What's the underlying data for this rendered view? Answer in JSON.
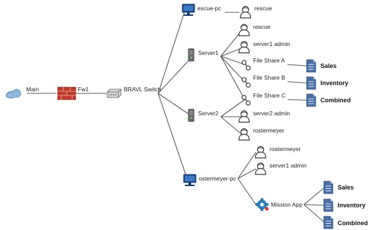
{
  "nodes": {
    "main": "Main",
    "fw1": "Fw1",
    "switch": "BRAVL Switch",
    "rescue_pc": "escue-pc",
    "rescue_pc_user": "rescue",
    "server1": "Server1",
    "server1_rescue": "rescue",
    "server1_admin": "server1 admin",
    "file_share_a": "File Share A",
    "file_share_b": "File Share B",
    "file_share_c": "File Share C",
    "sales_doc": "Sales",
    "inventory_doc": "Inventory",
    "combined_doc": "Combined",
    "server2": "Server2",
    "server2_admin": "server2 admin",
    "server2_rostermeyer": "rostermeyer",
    "ostermeyer_pc": "ostermeyer-pc",
    "opc_rostermeyer": "rostermeyer",
    "opc_server1_admin": "server1 admin",
    "mission_app": "Mission App",
    "app_sales": "Sales",
    "app_inventory": "Inventory",
    "app_combined": "Combined"
  },
  "icons": {
    "main": "cloud-icon",
    "fw1": "firewall-icon",
    "switch": "switch-icon",
    "computer": "monitor-icon",
    "server": "server-icon",
    "user": "user-icon",
    "share": "file-share-icon",
    "document": "document-icon",
    "app": "gear-app-icon"
  },
  "colors": {
    "edge": "#555555",
    "monitor": "#1f4e8c",
    "firewall": "#c0392b",
    "cloud": "#8fb8dc",
    "document": "#4a6fa5",
    "gear": "#2e86c1"
  }
}
